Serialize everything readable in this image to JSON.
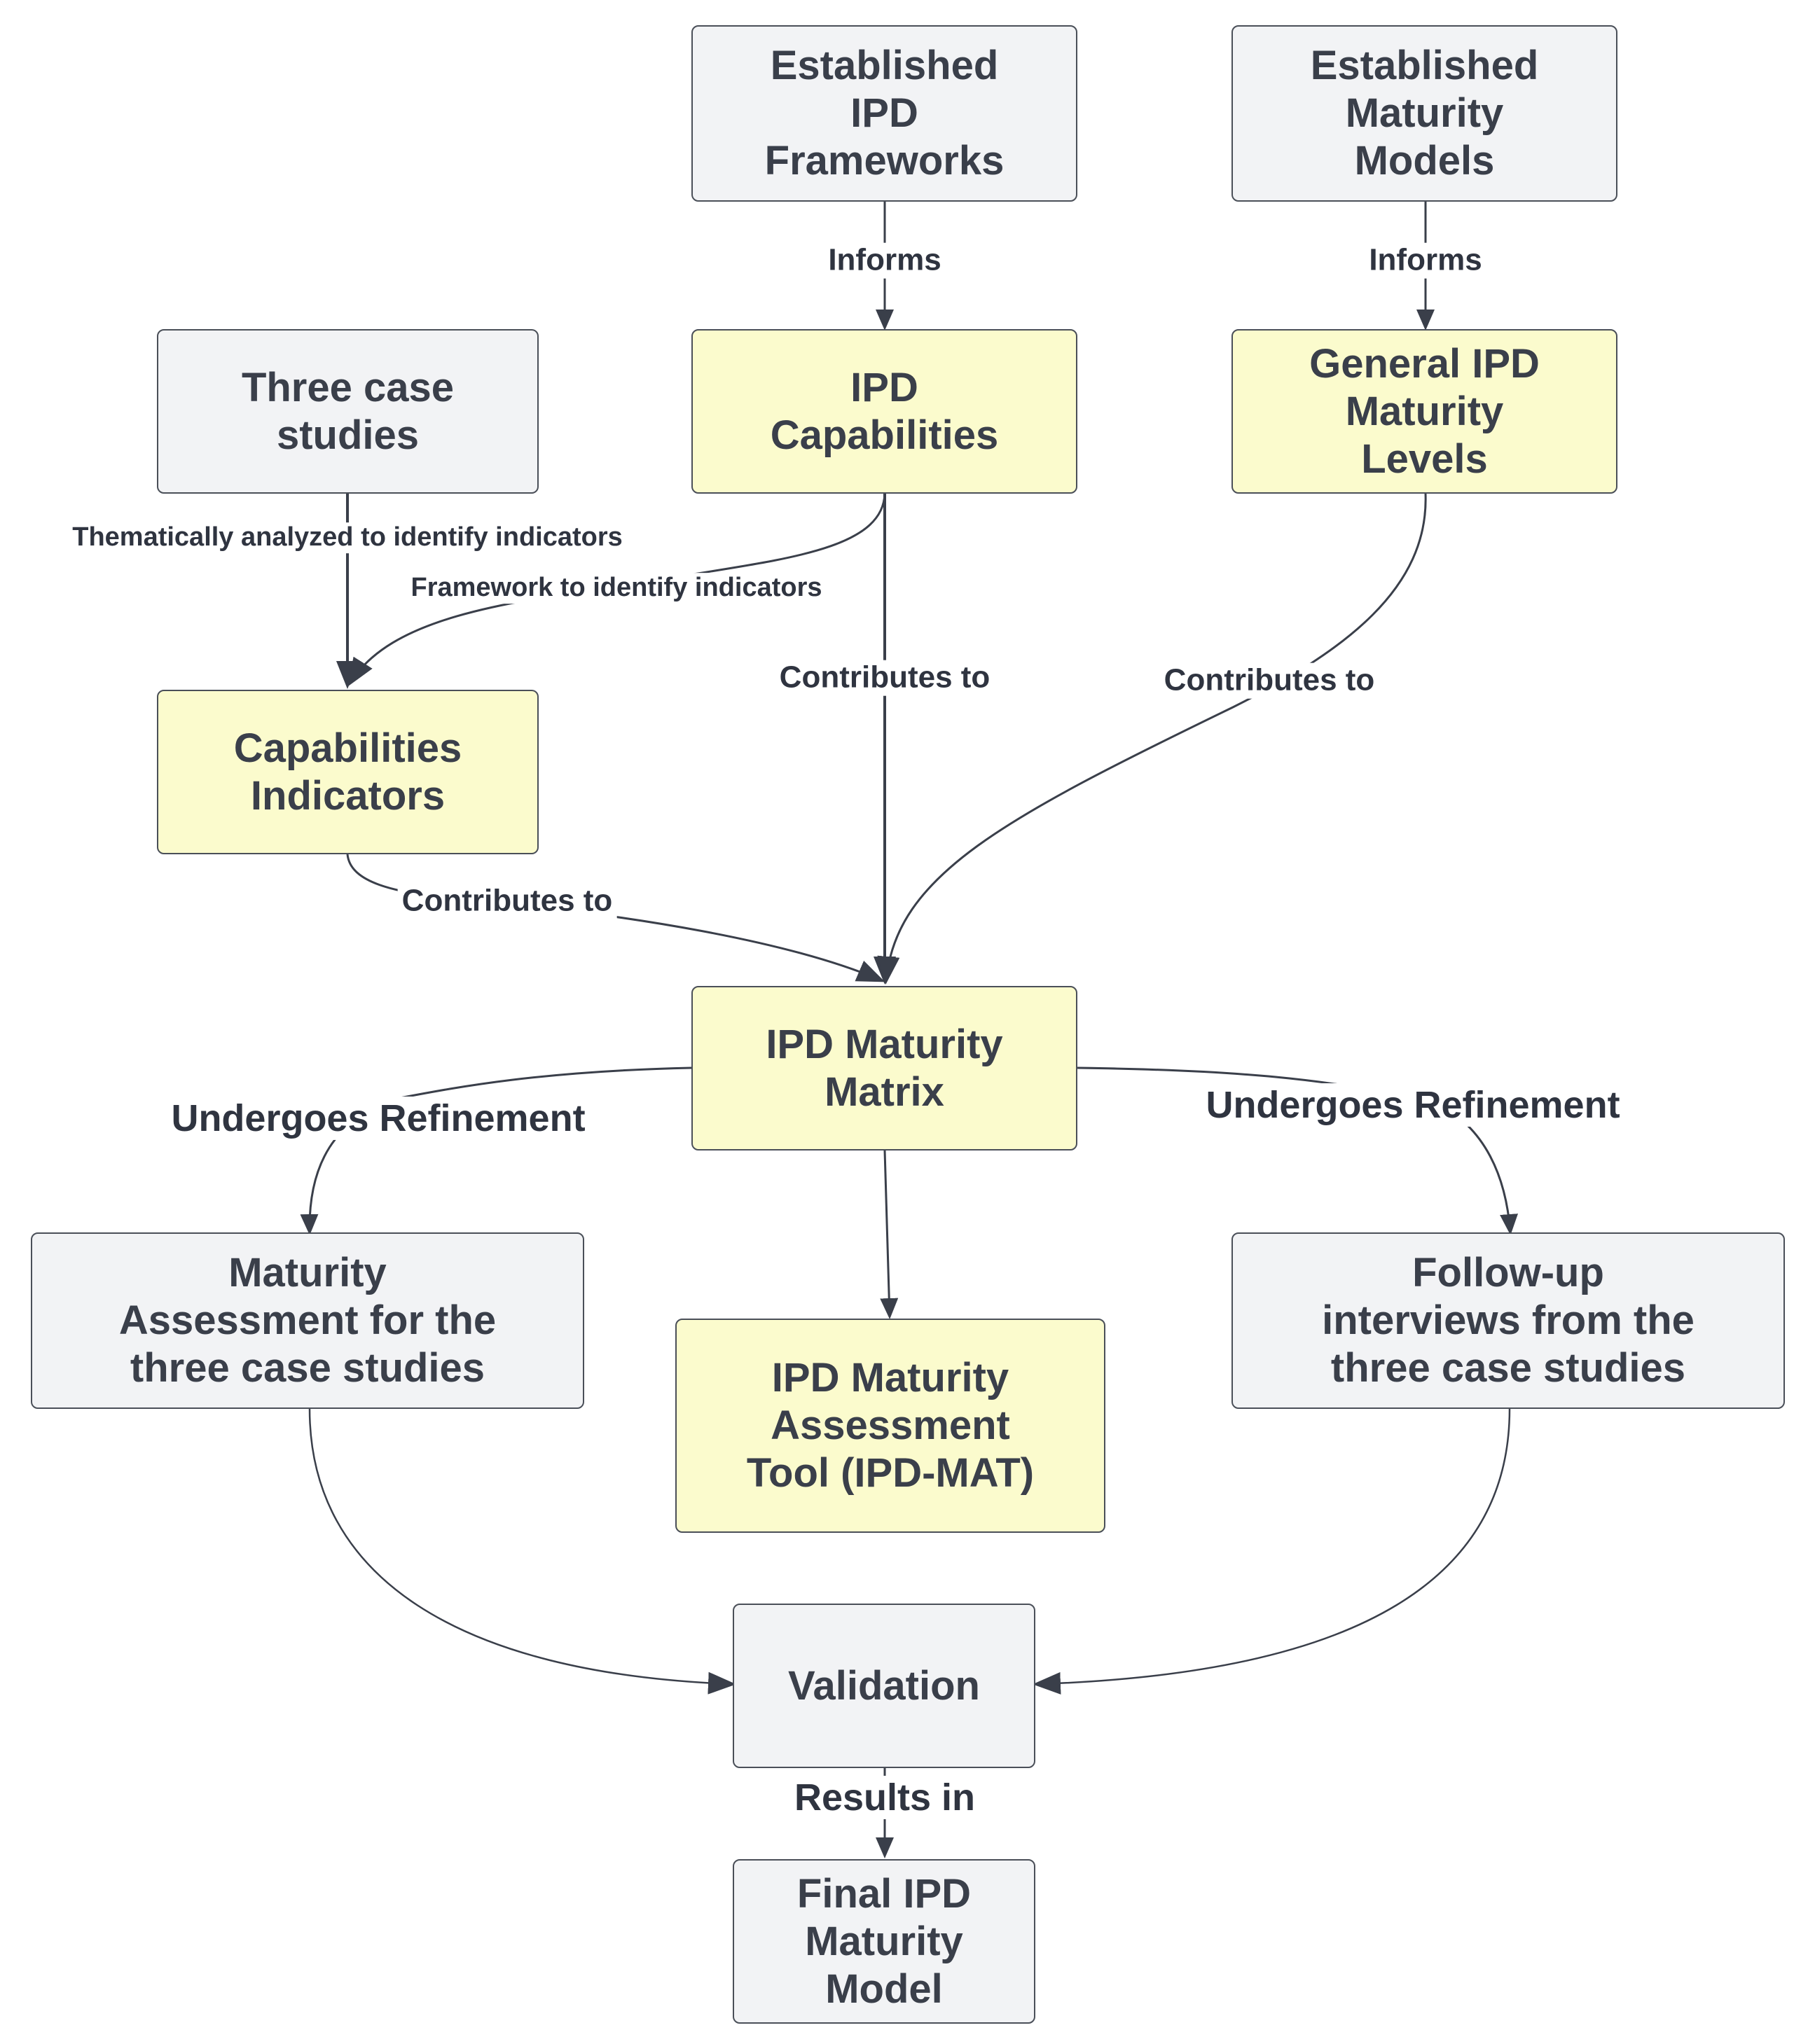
{
  "nodes": {
    "frameworks": "Established\nIPD\nFrameworks",
    "maturity_models": "Established\nMaturity\nModels",
    "case_studies": "Three case\nstudies",
    "capabilities": "IPD\nCapabilities",
    "maturity_levels": "General IPD\nMaturity\nLevels",
    "indicators": "Capabilities\nIndicators",
    "matrix": "IPD Maturity\nMatrix",
    "assessment": "Maturity\nAssessment for the\nthree case studies",
    "tool": "IPD Maturity\nAssessment\nTool (IPD-MAT)",
    "interviews": "Follow-up\ninterviews from the\nthree case studies",
    "validation": "Validation",
    "final": "Final IPD\nMaturity\nModel"
  },
  "edges": {
    "informs_1": "Informs",
    "informs_2": "Informs",
    "thematic": "Thematically analyzed to identify indicators",
    "framework": "Framework to identify indicators",
    "contributes_1": "Contributes to",
    "contributes_2": "Contributes to",
    "contributes_3": "Contributes to",
    "refine_left": "Undergoes Refinement",
    "refine_right": "Undergoes Refinement",
    "results": "Results in"
  },
  "colors": {
    "gray_fill": "#f2f3f5",
    "yellow_fill": "#fbfbcd",
    "stroke": "#4a4f58",
    "text": "#3a3f4a"
  }
}
